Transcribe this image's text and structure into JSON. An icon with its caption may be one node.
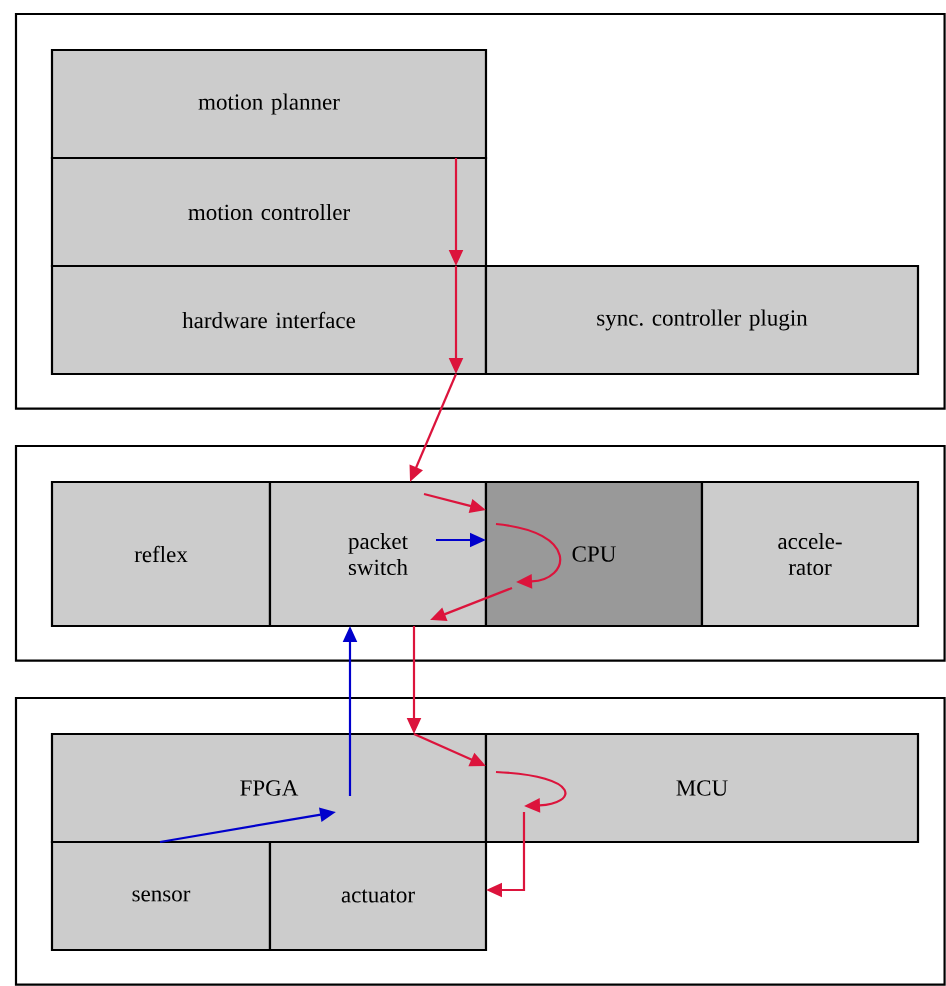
{
  "diagram": {
    "nodes": [
      {
        "text": [],
        "shape": "box"
      },
      {
        "text": [
          "motion planner"
        ],
        "in": 0
      },
      {
        "text": [
          "motion controller"
        ],
        "in": 0
      },
      {
        "text": [
          "hardware interface"
        ],
        "in": 0
      },
      {
        "text": [
          "sync. controller plugin"
        ],
        "in": 0
      },
      {
        "text": [],
        "shape": "box"
      },
      {
        "text": [
          "reflex"
        ],
        "in": 5
      },
      {
        "text": [
          "packet switch"
        ],
        "in": 5
      },
      {
        "text": [
          "CPU"
        ],
        "in": 5
      },
      {
        "text": [
          "accele-rator"
        ],
        "in": 5
      },
      {
        "text": [],
        "shape": "box"
      },
      {
        "text": [
          "FPGA"
        ],
        "in": 10
      },
      {
        "text": [
          "MCU"
        ],
        "in": 10
      },
      {
        "text": [
          "sensor"
        ],
        "in": 10
      },
      {
        "text": [
          "actuator"
        ],
        "in": 10
      }
    ],
    "edges": [
      {
        "from": 1,
        "to": 2,
        "arrow": "to"
      },
      {
        "from": 2,
        "to": 3,
        "arrow": "to"
      },
      {
        "from": 3,
        "to": 7,
        "arrow": "to"
      },
      {
        "from": 7,
        "to": 8,
        "arrow": "to"
      },
      {
        "from": 8,
        "to": 8,
        "arrow": "to"
      },
      {
        "from": 8,
        "to": 7,
        "arrow": "to"
      },
      {
        "from": 7,
        "to": 11,
        "arrow": "to"
      },
      {
        "from": 11,
        "to": 12,
        "arrow": "to"
      },
      {
        "from": 12,
        "to": 12,
        "arrow": "to"
      },
      {
        "from": 12,
        "to": 14,
        "arrow": "to"
      },
      {
        "from": 13,
        "to": 11,
        "arrow": "to",
        "color": "#0000cc"
      },
      {
        "from": 11,
        "to": 7,
        "arrow": "to",
        "color": "#0000cc"
      },
      {
        "from": 7,
        "to": 8,
        "arrow": "to",
        "color": "#0000cc"
      }
    ]
  }
}
